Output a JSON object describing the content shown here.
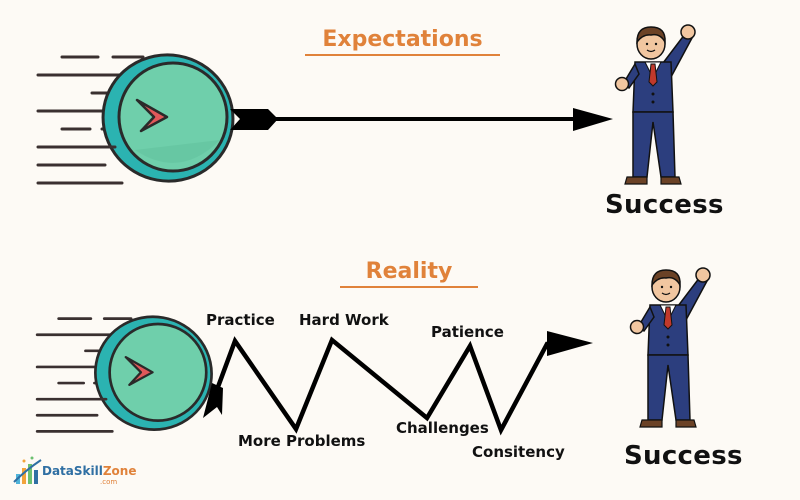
{
  "expectations": {
    "heading": "Expectations",
    "goal_label": "Success",
    "path": "straight-arrow"
  },
  "reality": {
    "heading": "Reality",
    "goal_label": "Success",
    "path": "zigzag-arrow",
    "milestones": [
      {
        "label": "Practice",
        "position": "peak"
      },
      {
        "label": "More Problems",
        "position": "valley"
      },
      {
        "label": "Hard Work",
        "position": "peak"
      },
      {
        "label": "Challenges",
        "position": "valley"
      },
      {
        "label": "Patience",
        "position": "peak"
      },
      {
        "label": "Consitency",
        "position": "valley"
      }
    ]
  },
  "icons": {
    "start": "speeding-coin-icon",
    "goal": "celebrating-businessman-icon"
  },
  "logo": {
    "name_part1": "DataSkill",
    "name_part2": "Zone",
    "suffix": ".com"
  },
  "colors": {
    "background": "#fdfaf5",
    "heading": "#e0823a",
    "coin_outer": "#2bb3b1",
    "coin_inner": "#6fcfab",
    "coin_arrow": "#e0585a",
    "suit": "#2c3e7e",
    "tie": "#c0392b",
    "arrow": "#000000"
  }
}
